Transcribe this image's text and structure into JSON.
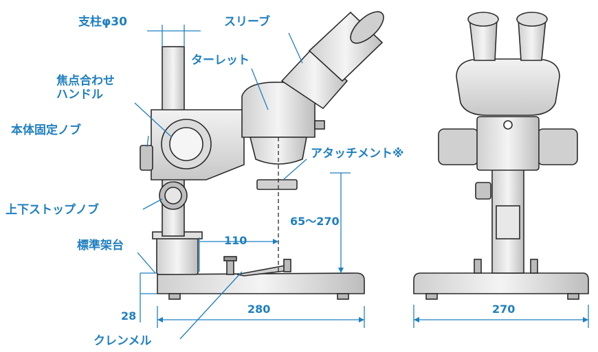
{
  "labels": {
    "pillar": "支柱φ30",
    "sleeve": "スリーブ",
    "turret": "ターレット",
    "focus_handle_line1": "焦点合わせ",
    "focus_handle_line2": "ハンドル",
    "body_knob": "本体固定ノブ",
    "attachment": "アタッチメント※",
    "stop_knob": "上下ストップノブ",
    "stand": "標準架台",
    "clamp": "クレンメル"
  },
  "dimensions": {
    "working_distance": "65～270",
    "reach": "110",
    "base_height": "28",
    "base_length": "280",
    "base_width": "270"
  },
  "colors": {
    "line": "#2a2a2a",
    "shade": "#d9d9d9",
    "accent": "#1f7fc0"
  }
}
